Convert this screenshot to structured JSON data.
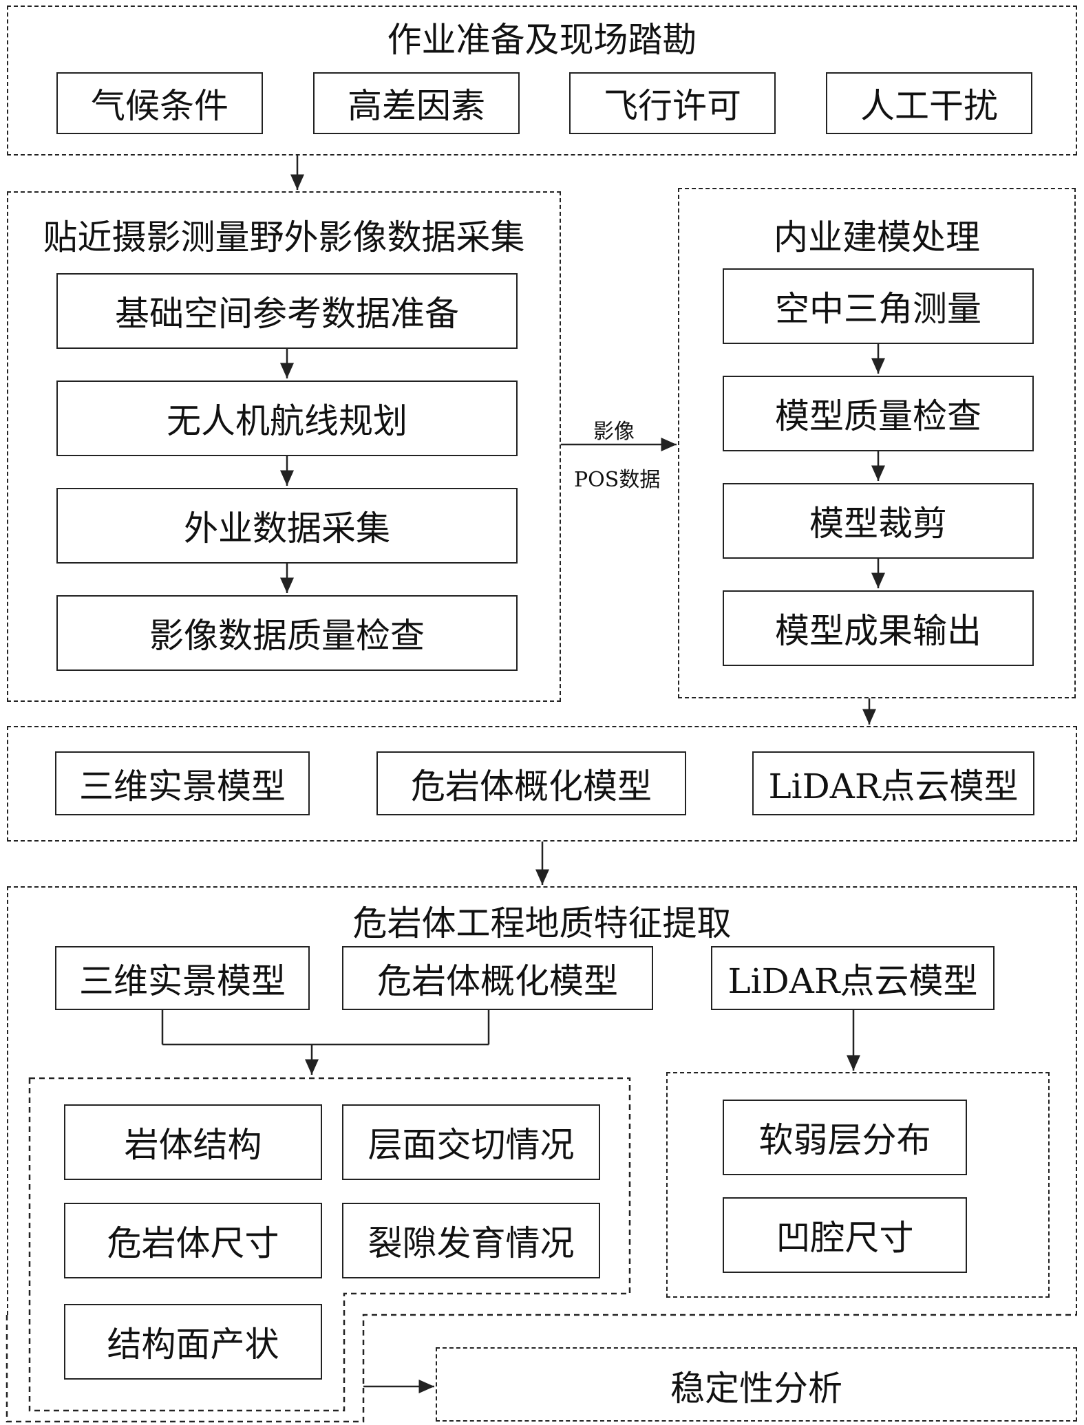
{
  "prep": {
    "title": "作业准备及现场踏勘",
    "items": [
      "气候条件",
      "高差因素",
      "飞行许可",
      "人工干扰"
    ]
  },
  "field": {
    "title": "贴近摄影测量野外影像数据采集",
    "steps": [
      "基础空间参考数据准备",
      "无人机航线规划",
      "外业数据采集",
      "影像数据质量检查"
    ]
  },
  "transfer": {
    "label_top": "影像",
    "label_bottom": "POS数据"
  },
  "office": {
    "title": "内业建模处理",
    "steps": [
      "空中三角测量",
      "模型质量检查",
      "模型裁剪",
      "模型成果输出"
    ]
  },
  "models": [
    "三维实景模型",
    "危岩体概化模型",
    "LiDAR点云模型"
  ],
  "extraction": {
    "title": "危岩体工程地质特征提取",
    "models": [
      "三维实景模型",
      "危岩体概化模型",
      "LiDAR点云模型"
    ],
    "left_features": [
      "岩体结构",
      "层面交切情况",
      "危岩体尺寸",
      "裂隙发育情况",
      "结构面产状"
    ],
    "right_features": [
      "软弱层分布",
      "凹腔尺寸"
    ]
  },
  "stability": "稳定性分析"
}
